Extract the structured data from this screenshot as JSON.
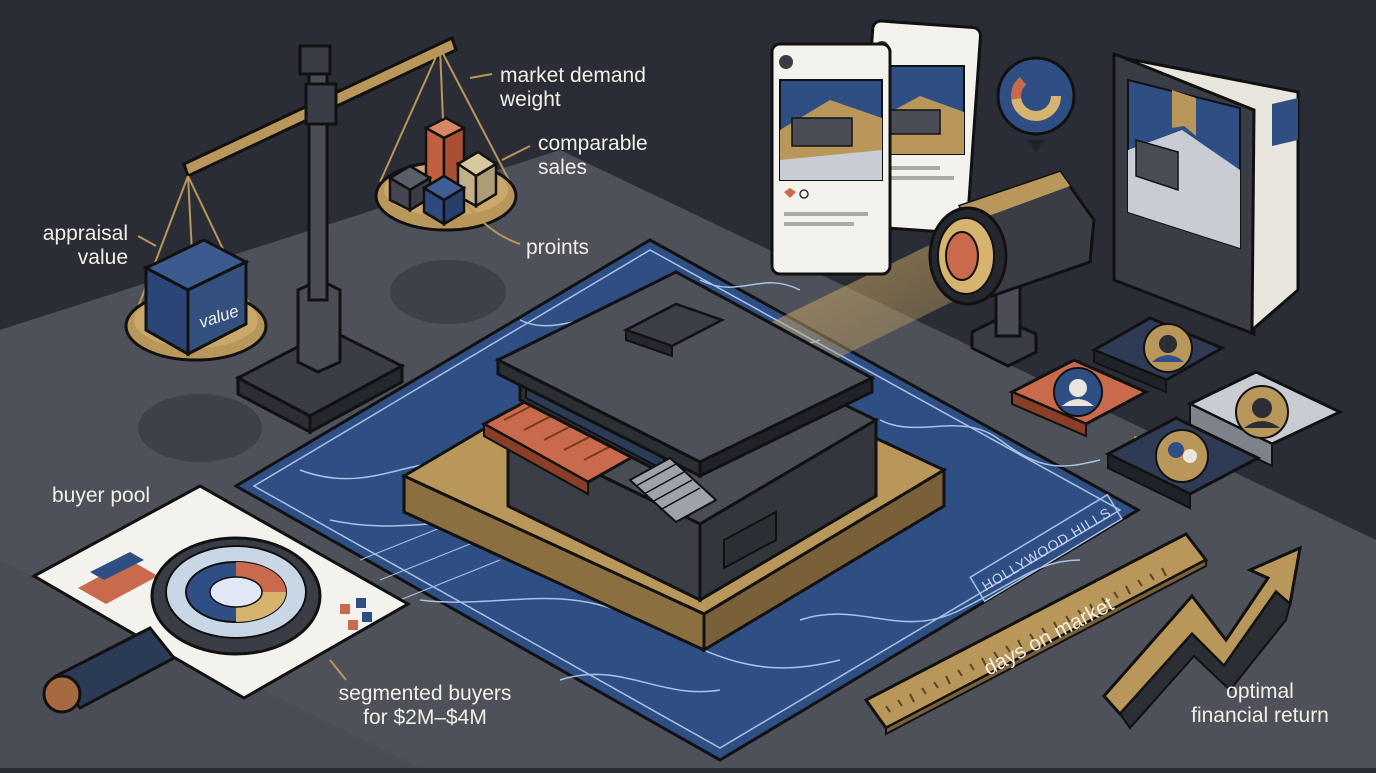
{
  "scale": {
    "cube_text": "value",
    "label_appraisal": [
      "appraisal",
      "value"
    ],
    "label_market_demand": [
      "market demand",
      "weight"
    ],
    "label_comparable_sales": [
      "comparable",
      "sales"
    ],
    "label_points": "proints"
  },
  "buyers": {
    "label_buyer_pool": "buyer pool",
    "label_segmented": [
      "segmented buyers",
      "for $2M–$4M"
    ]
  },
  "map": {
    "area_label": "HOLLYWOOD HILLS"
  },
  "timeline": {
    "label_days": "days on market"
  },
  "returns": {
    "label_return": [
      "optimal",
      "financial return"
    ]
  },
  "colors": {
    "background": "#2a2d35",
    "navy": "#2f4f84",
    "gold": "#b9965a",
    "orange": "#c86a4b",
    "label": "#f2efe6"
  },
  "icons": [
    "balance-scale-icon",
    "magnifying-glass-icon",
    "spotlight-icon",
    "brochure-icon",
    "social-post-icon",
    "pie-chart-pin-icon",
    "buyer-avatar-icon",
    "ruler-icon",
    "growth-arrow-icon",
    "house-model-icon"
  ]
}
